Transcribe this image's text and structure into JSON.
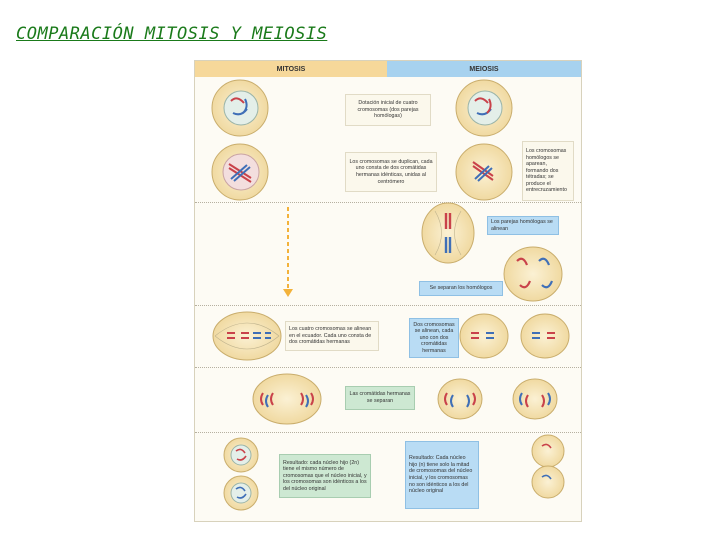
{
  "title": "COMPARACIÓN MITOSIS Y MEIOSIS",
  "header": {
    "left": "MITOSIS",
    "right": "MEIOSIS"
  },
  "labels": {
    "dotacion": "Dotación inicial de cuatro cromosomas (dos parejas homólogas)",
    "duplican": "Los cromosomas se duplican, cada uno consta de dos cromátidas hermanas idénticas, unidas al centrómero",
    "homologos_aparean": "Los cromosomas homólogos se aparean, formando dos tétradas; se produce el entrecruzamiento",
    "parejas_alinean": "Los parejas homólogas se alinean",
    "separan_homologos": "Se separan los homólogos",
    "cuatro_alinean": "Los cuatro cromosomas se alinean en el ecuador. Cada uno consta de dos cromátidas hermanas",
    "dos_alinean": "Dos cromosomas se alinean, cada uno con dos cromátidas hermanas",
    "cromatidas_separan": "Las cromátidas hermanas se separan",
    "resultado_mitosis": "Resultado: cada núcleo hijo (2n) tiene el mismo número de cromosomas que el núcleo inicial, y los cromosomas son idénticos a los del núcleo original",
    "resultado_meiosis": "Resultado: Cada núcleo hijo (n) tiene solo la mitad de cromosomas del núcleo inicial, y los cromosomas no son idénticos a los del núcleo original"
  },
  "colors": {
    "title": "#1a7a1a",
    "mitosis_header": "#f6d89a",
    "meiosis_header": "#a7d2ef",
    "label_green": "#cde8d2",
    "label_blue": "#b9dcf4",
    "chrom_red": "#c9424a",
    "chrom_blue": "#3f6fb7",
    "arrow": "#f3b23a"
  }
}
